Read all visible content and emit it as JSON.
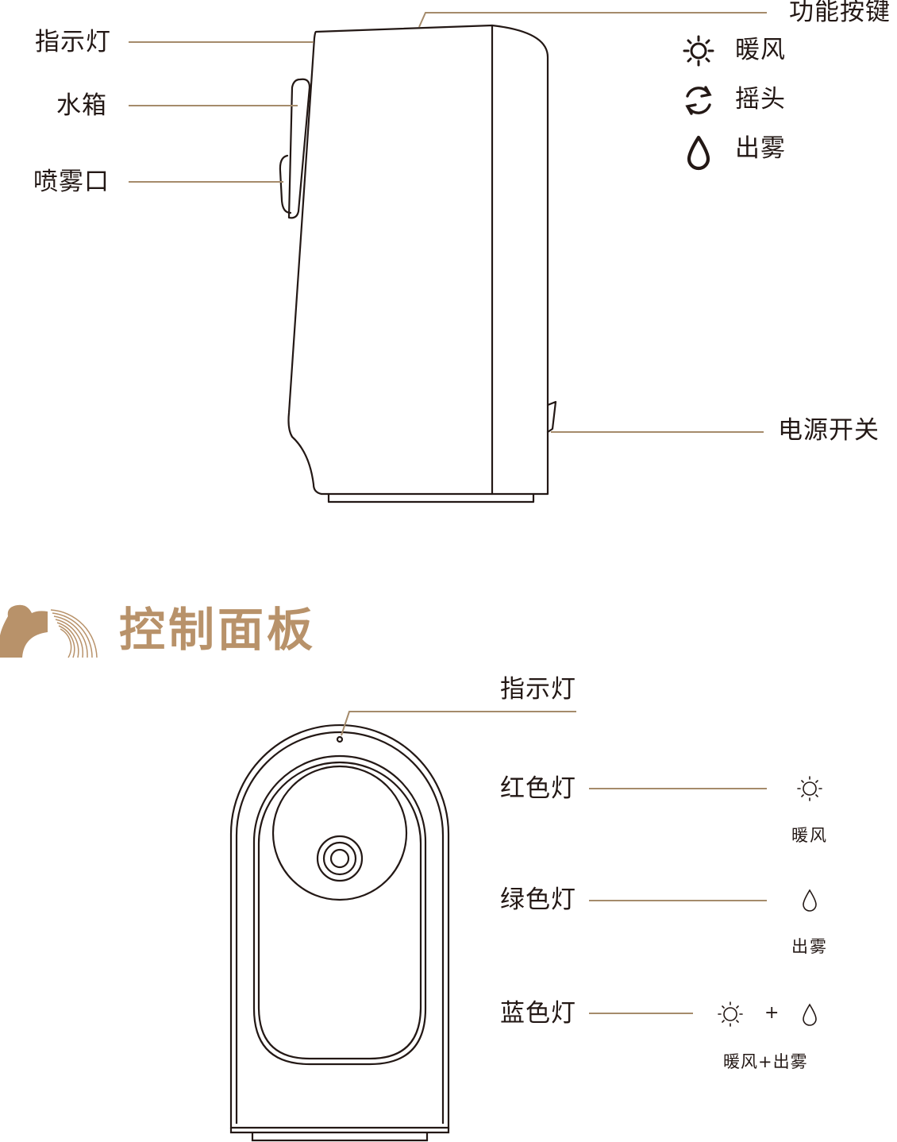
{
  "side_view": {
    "labels": {
      "indicator": "指示灯",
      "water_tank": "水箱",
      "nozzle": "喷雾口",
      "function_keys": "功能按键",
      "power_switch": "电源开关"
    },
    "keys": [
      {
        "icon": "sun-icon",
        "label": "暖风"
      },
      {
        "icon": "rotate-icon",
        "label": "摇头"
      },
      {
        "icon": "drop-icon",
        "label": "出雾"
      }
    ]
  },
  "panel": {
    "title": "控制面板",
    "indicator_label": "指示灯",
    "lights": [
      {
        "name": "红色灯",
        "mode": "暖风",
        "icons": [
          "sun-icon"
        ]
      },
      {
        "name": "绿色灯",
        "mode": "出雾",
        "icons": [
          "drop-icon"
        ]
      },
      {
        "name": "蓝色灯",
        "mode": "暖风+出雾",
        "icons": [
          "sun-icon",
          "drop-icon"
        ],
        "plus": "+"
      }
    ]
  },
  "colors": {
    "accent": "#b8926a",
    "line": "#231815",
    "leader": "#a58b6b"
  }
}
